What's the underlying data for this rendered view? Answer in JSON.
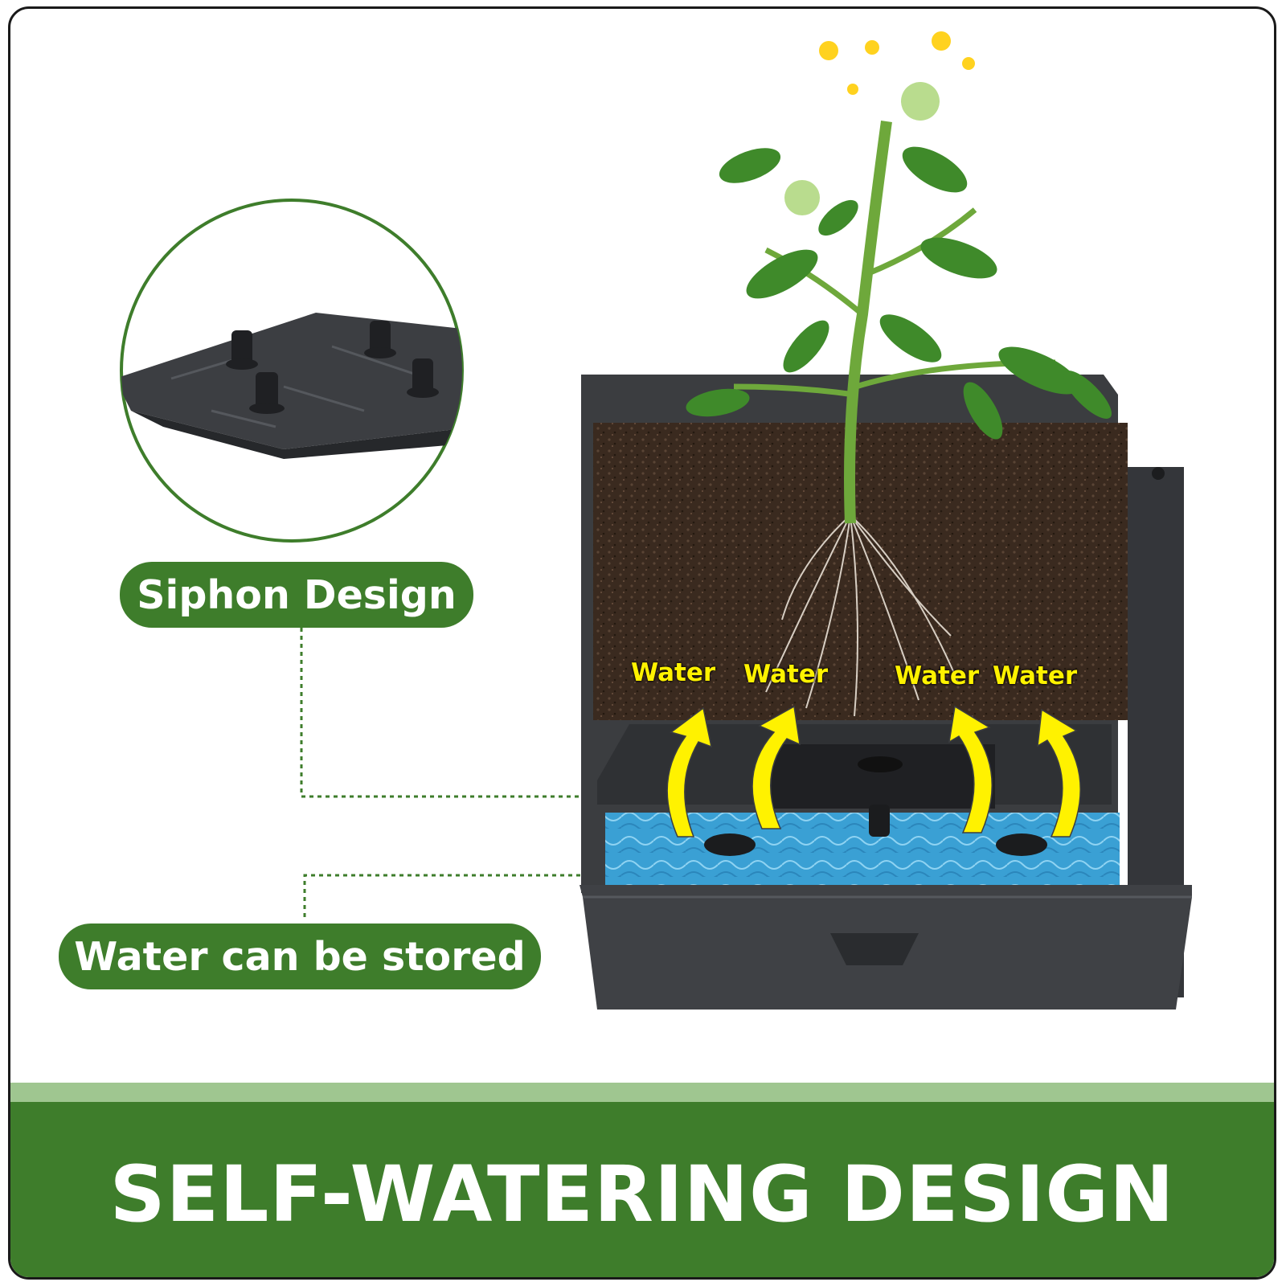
{
  "callouts": {
    "siphon": "Siphon Design",
    "water_storage": "Water can be stored"
  },
  "water_labels": [
    "Water",
    "Water",
    "Water",
    "Water"
  ],
  "banner": {
    "title": "SELF-WATERING DESIGN"
  },
  "colors": {
    "brand_green": "#3e7d2b",
    "stripe_green": "#9fc690",
    "arrow_yellow": "#fff200",
    "pot_gray": "#3b3d40",
    "water_blue": "#3fa3d6",
    "soil_brown": "#3b2a1e"
  }
}
